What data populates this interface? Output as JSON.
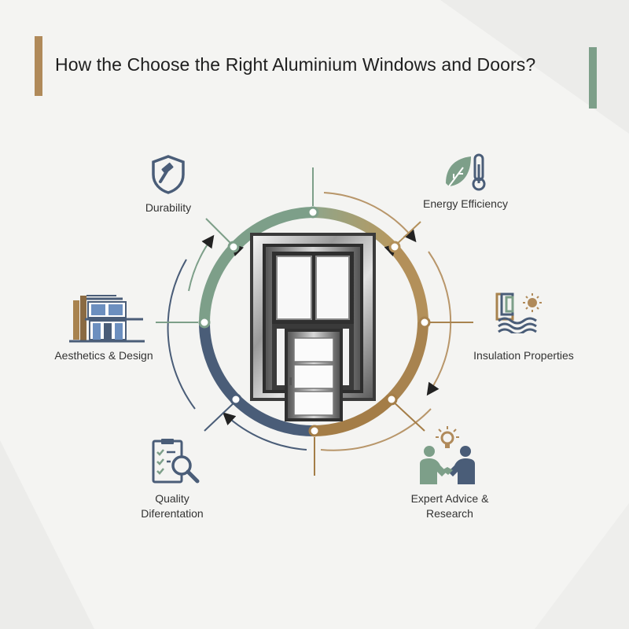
{
  "title": "How the Choose the Right Aluminium Windows and Doors?",
  "factors": {
    "durability": "Durability",
    "energy": "Energy Efficiency",
    "insulation": "Insulation Properties",
    "expert_line1": "Expert Advice &",
    "expert_line2": "Research",
    "quality_line1": "Quality",
    "quality_line2": "Diferentation",
    "aesthetics": "Aesthetics & Design"
  },
  "icons": {
    "durability": "shield-hammer-icon",
    "energy": "leaf-thermometer-icon",
    "insulation": "layers-sun-icon",
    "expert": "handshake-lightbulb-icon",
    "quality": "clipboard-magnifier-icon",
    "aesthetics": "building-icon",
    "center": "aluminium-window-door-illustration"
  },
  "colors": {
    "green": "#7d9f89",
    "gold": "#a8834f",
    "olive": "#a69a6b",
    "navy": "#4a5d78",
    "bar_left": "#b08a5a",
    "bar_right": "#7d9f89"
  }
}
